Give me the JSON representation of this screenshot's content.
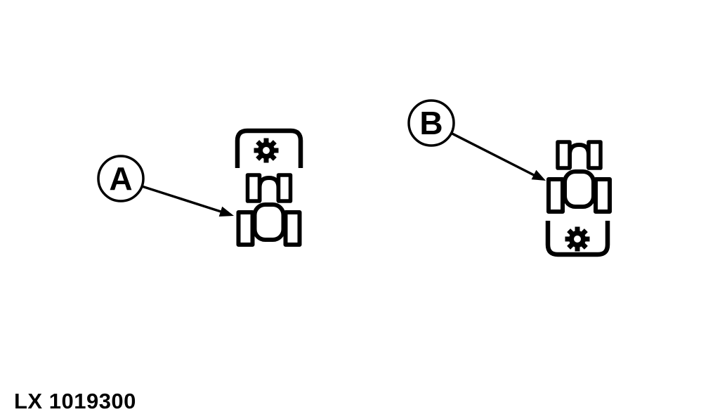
{
  "colors": {
    "ink": "#000000",
    "background": "#ffffff"
  },
  "figure": {
    "id_label": "LX 1019300",
    "callouts": [
      {
        "label": "A"
      },
      {
        "label": "B"
      }
    ],
    "icons": [
      {
        "name": "tractor-front-implement-icon",
        "parts": [
          "implement-bracket",
          "gear-icon",
          "tractor-top-view-icon"
        ]
      },
      {
        "name": "tractor-rear-implement-icon",
        "parts": [
          "tractor-top-view-icon",
          "implement-bracket",
          "gear-icon"
        ]
      }
    ]
  }
}
